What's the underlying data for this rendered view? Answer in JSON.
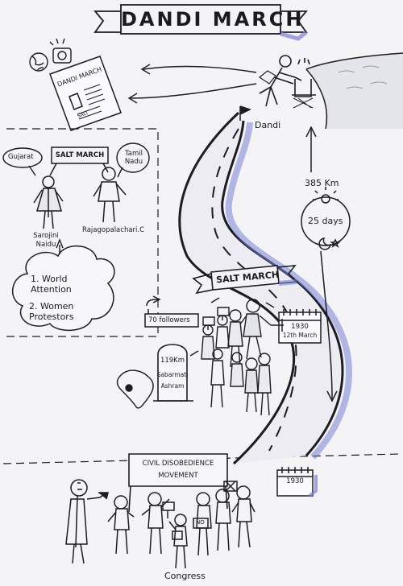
{
  "title": "DANDI MARCH",
  "newspaper": {
    "headline": "DANDI MARCH",
    "caption": "SALT"
  },
  "dandi_label": "Dandi",
  "salt_march_banner_top": "SALT MARCH",
  "gujarat_bubble": "Gujarat",
  "tamilnadu_bubble": "Tamil Nadu",
  "person_left": "Sarojini Naidu",
  "person_right": "Rajagopalachari.C",
  "cloud": {
    "line1": "1. World Attention",
    "line2": "2. Women Protestors"
  },
  "distance": "385 Km",
  "days": "25 days",
  "salt_march_banner_road": "SALT MARCH",
  "followers": "70 followers",
  "calendar_top": {
    "year": "1930",
    "date": "12th March"
  },
  "milestone": {
    "km": "119Km",
    "place1": "Sabarmati",
    "place2": "Ashram"
  },
  "banner_civil": {
    "line1": "CIVIL DISOBEDIENCE",
    "line2": "MOVEMENT"
  },
  "calendar_bottom": {
    "year": "1930"
  },
  "placard_no": "NO",
  "congress": "Congress",
  "colors": {
    "ink": "#1c1c22",
    "blue": "#7a82d6",
    "paper": "#f4f4f7"
  }
}
